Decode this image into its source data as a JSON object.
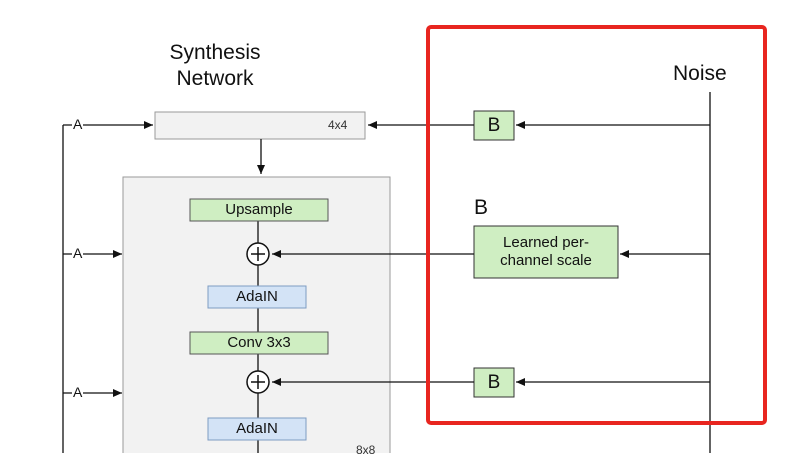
{
  "diagram": {
    "title_lines": [
      "Synthesis",
      "Network"
    ],
    "noise_label": "Noise",
    "a_label": "A",
    "b_label": "B",
    "resolution_4": "4x4",
    "resolution_8": "8x8",
    "learned_scale_lines": [
      "Learned per-",
      "channel scale"
    ],
    "blocks": {
      "upsample": "Upsample",
      "adain": "AdaIN",
      "conv": "Conv 3x3"
    },
    "colors": {
      "green_fill": "#cfeec2",
      "blue_fill": "#d3e3f6",
      "gray_block": "#f2f2f2",
      "highlight": "#e8251f"
    }
  }
}
